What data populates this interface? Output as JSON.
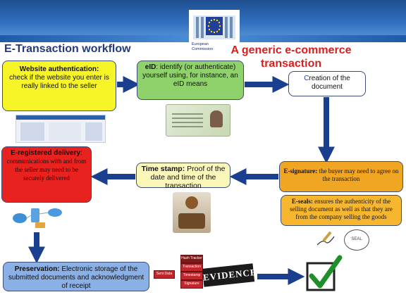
{
  "header": {
    "org_name_line1": "European",
    "org_name_line2": "Commission",
    "title": "E-Transaction workflow",
    "subtitle": "A generic e-commerce transaction"
  },
  "boxes": {
    "website_auth": {
      "heading": "Website authentication:",
      "body": "check if the website you enter is really linked to the seller"
    },
    "eid": {
      "heading": "eID",
      "body": ": identify (or authenticate) yourself using, for instance, an eID means"
    },
    "creation": {
      "first_letter": "C",
      "body": "reation of the document"
    },
    "e_registered": {
      "heading": "E-registered delivery",
      "colon": ":",
      "body": "communications with and from the seller may need to be securely delivered"
    },
    "time_stamp": {
      "heading": "Time stamp:",
      "body": " Proof of the date and time of the transaction"
    },
    "e_signature": {
      "heading": "E-signature:",
      "body": " the buyer may need to agree on the transaction"
    },
    "e_seals": {
      "heading": "E-seals:",
      "body": " ensures the authenticity of the selling document as well as that they are from the company selling the goods"
    },
    "preservation": {
      "heading": "Preservation:",
      "body": " Electronic storage of the submitted documents and acknowledgment of receipt"
    }
  },
  "evidence": {
    "word": "EVIDENCE",
    "labels": [
      "Hash Tracker",
      "Transaction",
      "Timestamp",
      "Signature",
      "Sent Data"
    ],
    "seal_text": "SEAL"
  },
  "colors": {
    "arrow": "#1a3f8f",
    "banner": "#2f6fbf",
    "title": "#233b7a",
    "subtitle": "#d81f1f",
    "auth_box": "#f7f428",
    "eid_box": "#8fd16a",
    "ereg_box": "#e8231f",
    "time_box": "#fbf7b9",
    "esig_box": "#f1a623",
    "eseal_box": "#f6b72e",
    "pres_box": "#8ab0e6"
  }
}
